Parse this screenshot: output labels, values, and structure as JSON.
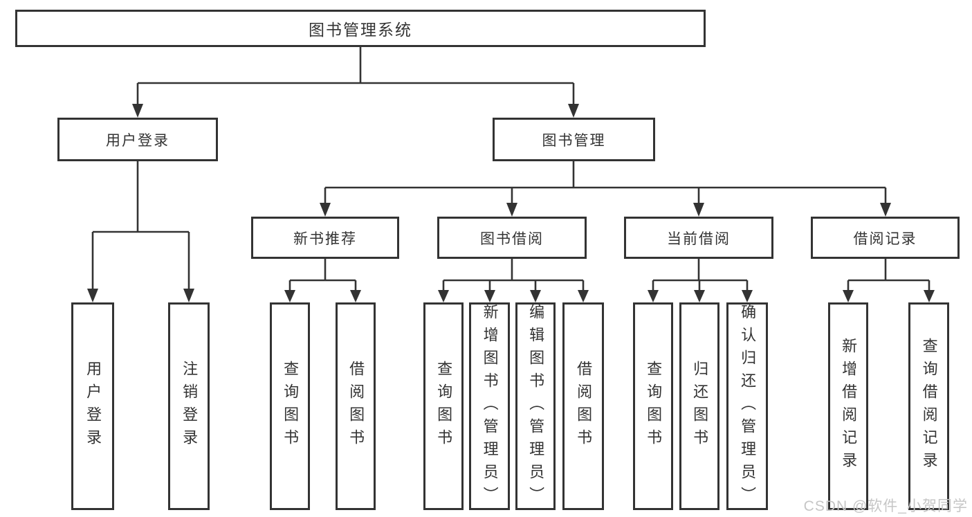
{
  "diagram": {
    "tree": {
      "label": "图书管理系统",
      "children": [
        {
          "label": "用户登录",
          "children": [
            {
              "label": "用户登录"
            },
            {
              "label": "注销登录"
            }
          ]
        },
        {
          "label": "图书管理",
          "children": [
            {
              "label": "新书推荐",
              "children": [
                {
                  "label": "查询图书"
                },
                {
                  "label": "借阅图书"
                }
              ]
            },
            {
              "label": "图书借阅",
              "children": [
                {
                  "label": "查询图书"
                },
                {
                  "label": "新增图书（管理员）"
                },
                {
                  "label": "编辑图书（管理员）"
                },
                {
                  "label": "借阅图书"
                }
              ]
            },
            {
              "label": "当前借阅",
              "children": [
                {
                  "label": "查询图书"
                },
                {
                  "label": "归还图书"
                },
                {
                  "label": "确认归还（管理员）"
                }
              ]
            },
            {
              "label": "借阅记录",
              "children": [
                {
                  "label": "新增借阅记录"
                },
                {
                  "label": "查询借阅记录"
                }
              ]
            }
          ]
        }
      ]
    },
    "colors": {
      "line": "#333333",
      "box_border": "#333333",
      "text": "#333333",
      "background": "#ffffff",
      "watermark": "#c6c6c6"
    }
  },
  "watermark": {
    "text": "CSDN @软件_小贺同学"
  }
}
